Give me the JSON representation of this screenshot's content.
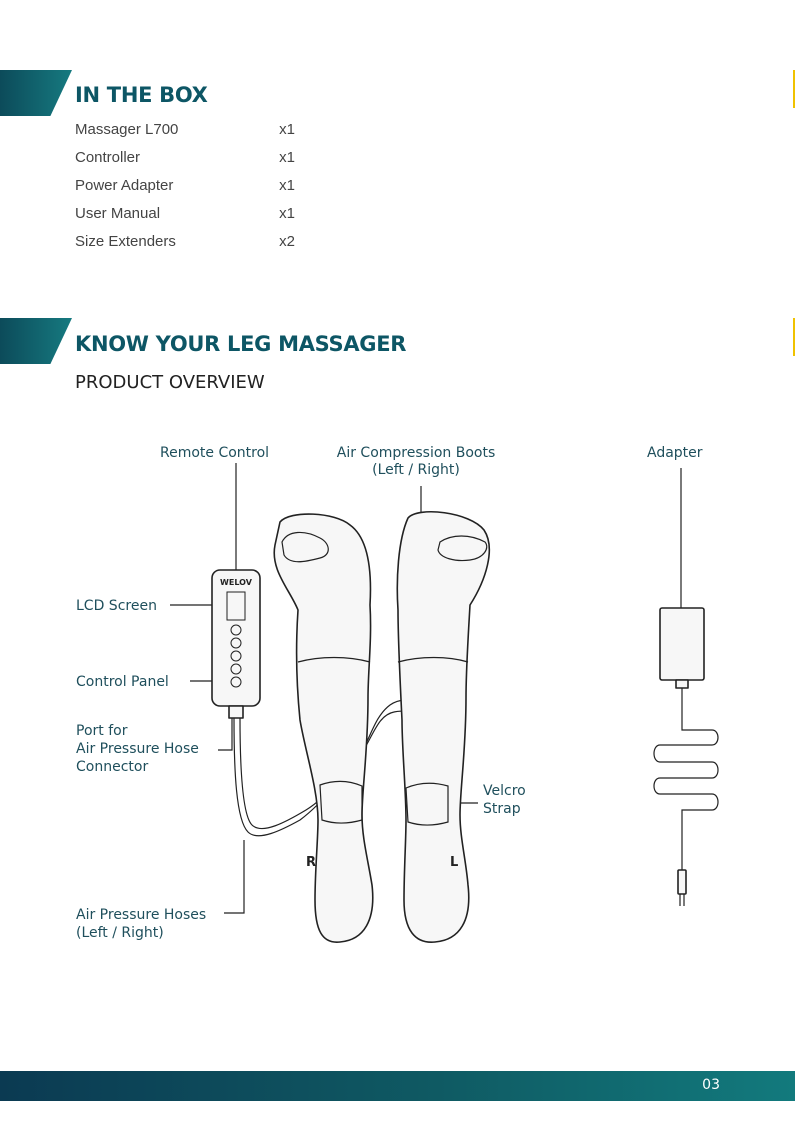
{
  "in_the_box": {
    "title": "IN THE BOX",
    "items": [
      {
        "name": "Massager L700",
        "qty": "x1"
      },
      {
        "name": "Controller",
        "qty": "x1"
      },
      {
        "name": "Power Adapter",
        "qty": "x1"
      },
      {
        "name": "User Manual",
        "qty": "x1"
      },
      {
        "name": "Size Extenders",
        "qty": "x2"
      }
    ]
  },
  "know": {
    "title": "KNOW YOUR LEG MASSAGER",
    "subtitle": "PRODUCT OVERVIEW"
  },
  "diagram": {
    "labels": {
      "remote_control": "Remote Control",
      "boots_1": "Air Compression Boots",
      "boots_2": "(Left / Right)",
      "adapter": "Adapter",
      "lcd_screen": "LCD Screen",
      "control_panel": "Control Panel",
      "port_1": "Port for",
      "port_2": "Air Pressure Hose",
      "port_3": "Connector",
      "velcro_1": "Velcro",
      "velcro_2": "Strap",
      "hoses_1": "Air Pressure Hoses",
      "hoses_2": "(Left / Right)",
      "right_mark": "R",
      "left_mark": "L",
      "brand": "WELOV"
    }
  },
  "footer": {
    "page_number": "03"
  },
  "colors": {
    "teal": "#0d5665",
    "accent": "#f0c200"
  }
}
